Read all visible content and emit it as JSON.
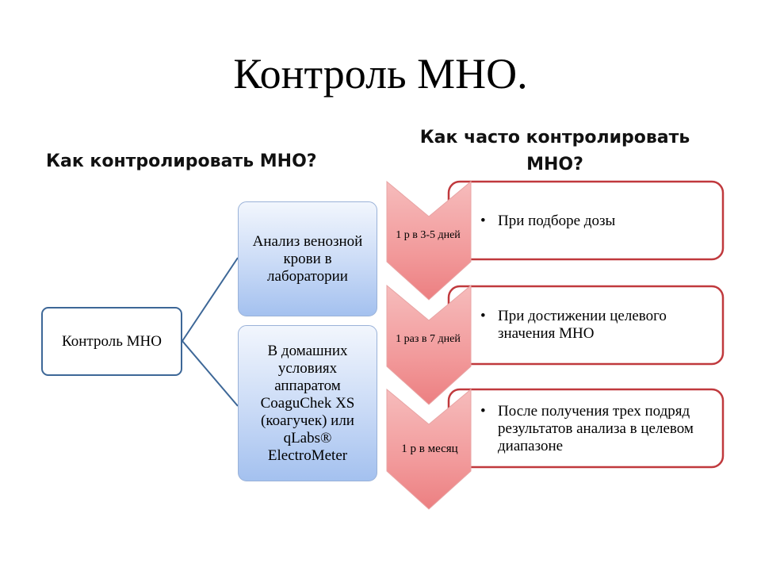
{
  "title": "Контроль МНО.",
  "left_heading": "Как контролировать МНО?",
  "right_heading": "Как часто контролировать МНО?",
  "root": "Контроль МНО",
  "methods": [
    "Анализ венозной крови в лаборатории",
    "В домашних условиях аппаратом CoaguChek XS (коагучек) или qLabs® ElectroMeter"
  ],
  "schedule": [
    {
      "frequency": "1 р в 3-5 дней",
      "condition": "При подборе дозы"
    },
    {
      "frequency": "1 раз в 7 дней",
      "condition": "При достижении целевого значения МНО"
    },
    {
      "frequency": "1 р в месяц",
      "condition": "После получения трех подряд результатов анализа в целевом диапазоне"
    }
  ],
  "bullet": "•",
  "colors": {
    "connector": "#3d6797",
    "blue_gradient_bottom": "#a4c1ef",
    "red_border": "#c0393d",
    "chevron_fill": "#f08a8b"
  }
}
